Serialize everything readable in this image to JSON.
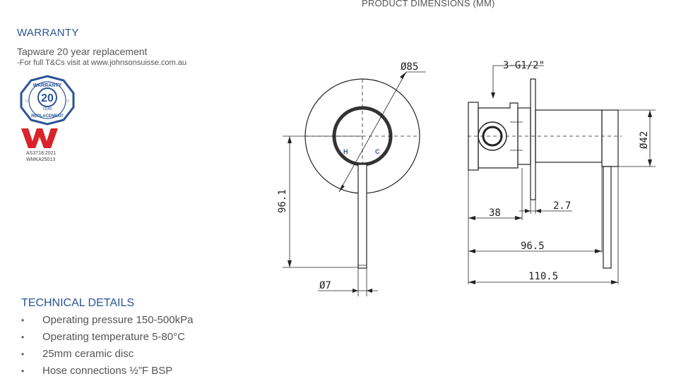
{
  "page": {
    "title": "PRODUCT DIMENSIONS (MM)"
  },
  "warranty": {
    "heading": "WARRANTY",
    "line1": "Tapware 20 year replacement",
    "line2": "-For full T&Cs visit at www.johnsonsuisse.com.au",
    "badge": {
      "top": "WARRANTY",
      "number": "20",
      "unit": "YEAR",
      "bottom": "REPLACEMENT"
    },
    "wmark": {
      "line1": "AS3718:2021",
      "line2": "WMKA25013",
      "color": "#d9232a"
    }
  },
  "technical": {
    "heading": "TECHNICAL DETAILS",
    "bullet": "•",
    "items": [
      "Operating pressure 150-500kPa",
      "Operating temperature 5-80°C",
      "25mm ceramic disc",
      "Hose connections ½”F BSP"
    ]
  },
  "drawing": {
    "front": {
      "diameter": "Ø85",
      "height": "96.1",
      "handle_diameter": "Ø7",
      "hot": "H",
      "cold": "C"
    },
    "side": {
      "thread": "3-G1/2\"",
      "depth_38": "38",
      "plate": "2.7",
      "len_965": "96.5",
      "len_1105": "110.5",
      "handle_diameter": "Ø42"
    }
  },
  "colors": {
    "heading": "#2a5597",
    "text": "#555555",
    "line": "#222222"
  }
}
